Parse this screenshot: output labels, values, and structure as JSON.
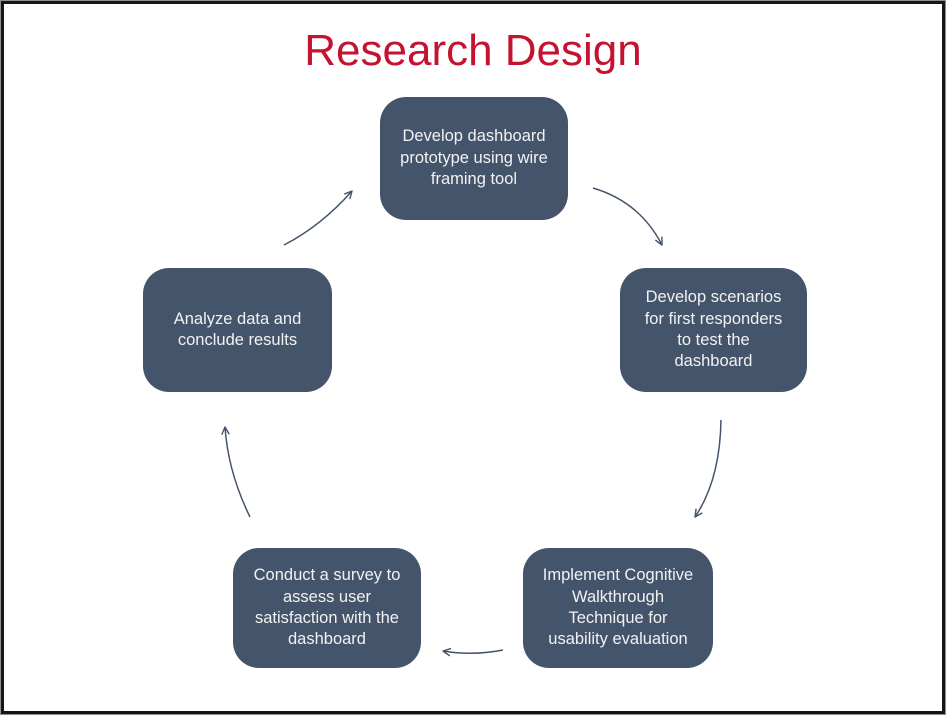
{
  "slide": {
    "title": "Research Design",
    "title_color": "#C51230",
    "background_color": "#FFFFFF",
    "border_color": "#161616"
  },
  "diagram": {
    "type": "cycle",
    "node_fill": "#44546A",
    "node_text_color": "#F2F2F2",
    "arrow_color": "#44546A",
    "steps": [
      {
        "id": "develop-prototype",
        "position": "top",
        "label": "Develop dashboard\nprototype using wire\nframing tool"
      },
      {
        "id": "develop-scenarios",
        "position": "right",
        "label": "Develop scenarios\nfor first responders\nto test the\ndashboard"
      },
      {
        "id": "cognitive-walkthrough",
        "position": "bottom-right",
        "label": "Implement Cognitive\nWalkthrough\nTechnique for\nusability evaluation"
      },
      {
        "id": "conduct-survey",
        "position": "bottom-left",
        "label": "Conduct a survey to\nassess user\nsatisfaction with the\ndashboard"
      },
      {
        "id": "analyze-data",
        "position": "left",
        "label": "Analyze data and\nconclude results"
      }
    ],
    "connections": [
      {
        "from": "develop-prototype",
        "to": "develop-scenarios"
      },
      {
        "from": "develop-scenarios",
        "to": "cognitive-walkthrough"
      },
      {
        "from": "cognitive-walkthrough",
        "to": "conduct-survey"
      },
      {
        "from": "conduct-survey",
        "to": "analyze-data"
      },
      {
        "from": "analyze-data",
        "to": "develop-prototype"
      }
    ]
  }
}
